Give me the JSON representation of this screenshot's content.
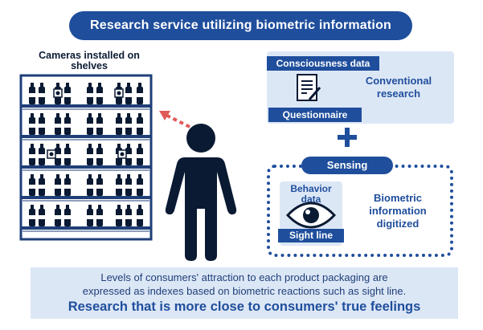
{
  "title": "Research service utilizing biometric information",
  "shelf": {
    "label": "Cameras installed on shelves"
  },
  "conventional": {
    "header": "Consciousness data",
    "icon": "questionnaire-doc-icon",
    "footer": "Questionnaire",
    "description": "Conventional research"
  },
  "plus_symbol": "+",
  "sensing": {
    "header": "Sensing",
    "label_top": "Behavior data",
    "icon": "eye-icon",
    "label_bottom": "Sight line",
    "description": "Biometric information digitized"
  },
  "bottom": {
    "line1": "Levels of consumers' attraction to each product packaging are",
    "line2": "expressed as indexes based on biometric reactions such as sight line.",
    "headline": "Research that is more close to consumers' true feelings"
  },
  "colors": {
    "navy": "#1f4e9c",
    "light_blue": "#dce7f6",
    "arrow_red": "#e05a5a",
    "dark": "#0b1a33"
  }
}
